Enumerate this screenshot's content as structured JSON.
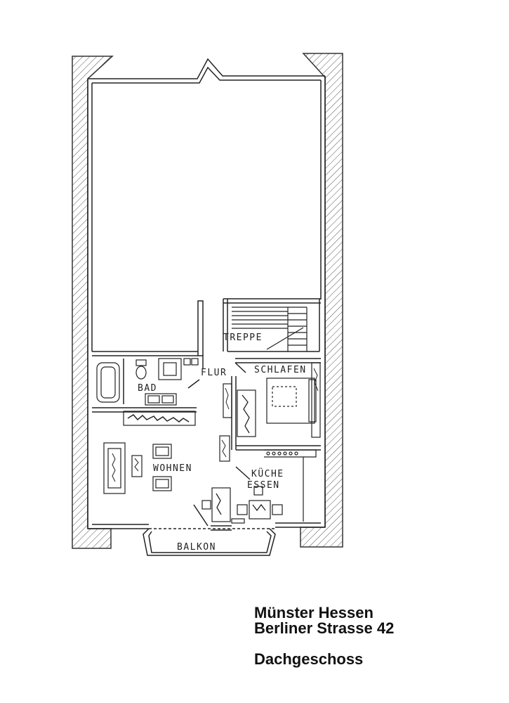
{
  "plan": {
    "rooms": {
      "treppe": "TREPPE",
      "flur": "FLUR",
      "schlafen": "SCHLAFEN",
      "bad": "BAD",
      "wohnen": "WOHNEN",
      "kueche": "KÜCHE",
      "essen": "ESSEN",
      "balkon": "BALKON"
    }
  },
  "caption": {
    "line1": "Münster Hessen",
    "line2": "Berliner Strasse 42",
    "line3": "Dachgeschoss"
  }
}
